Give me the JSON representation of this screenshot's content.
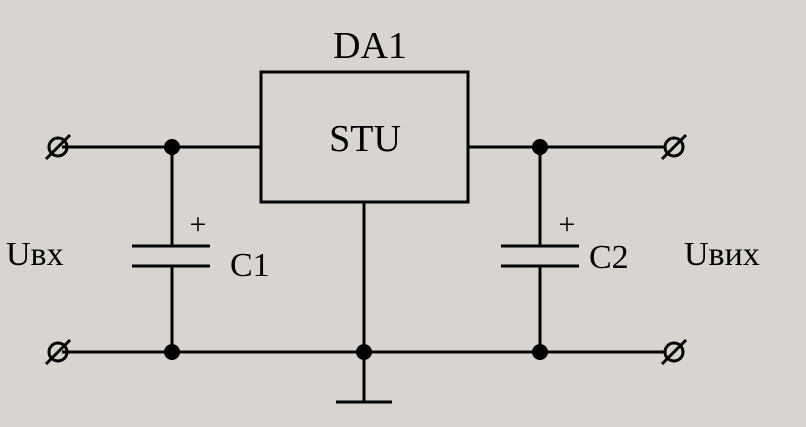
{
  "diagram": {
    "chip_label": "DA1",
    "chip_text": "STU",
    "cap1_label": "C1",
    "cap1_polarity": "+",
    "cap2_label": "C2",
    "cap2_polarity": "+",
    "input_label": "Uвх",
    "output_label": "Uвих",
    "background": "#d8d4cf",
    "line_color": "#000000"
  }
}
